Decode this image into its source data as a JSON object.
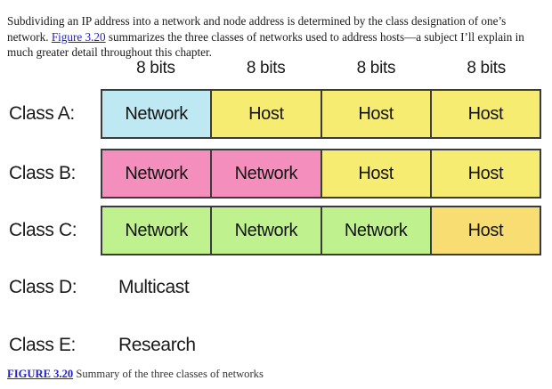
{
  "intro": {
    "text_before_link": "Subdividing an IP address into a network and node address is determined by the class designation of one’s network. ",
    "link_text": "Figure 3.20",
    "text_after_link": " summarizes the three classes of networks used to address hosts—a subject I’ll explain in much greater detail throughout this chapter."
  },
  "figure": {
    "bits_headers": [
      "8 bits",
      "8 bits",
      "8 bits",
      "8 bits"
    ],
    "rows": [
      {
        "label": "Class A:",
        "cells": [
          {
            "text": "Network",
            "color": "#bfe9f2"
          },
          {
            "text": "Host",
            "color": "#f7ec72"
          },
          {
            "text": "Host",
            "color": "#f7ec72"
          },
          {
            "text": "Host",
            "color": "#f7ec72"
          }
        ]
      },
      {
        "label": "Class B:",
        "cells": [
          {
            "text": "Network",
            "color": "#f48fbd"
          },
          {
            "text": "Network",
            "color": "#f48fbd"
          },
          {
            "text": "Host",
            "color": "#f7ec72"
          },
          {
            "text": "Host",
            "color": "#f7ec72"
          }
        ]
      },
      {
        "label": "Class C:",
        "cells": [
          {
            "text": "Network",
            "color": "#bff28f"
          },
          {
            "text": "Network",
            "color": "#bff28f"
          },
          {
            "text": "Network",
            "color": "#bff28f"
          },
          {
            "text": "Host",
            "color": "#f7dd72"
          }
        ]
      }
    ],
    "plain_rows": [
      {
        "label": "Class D:",
        "value": "Multicast"
      },
      {
        "label": "Class E:",
        "value": "Research"
      }
    ],
    "border_color": "#3b3b3b"
  },
  "caption": {
    "link_text": "FIGURE 3.20",
    "text": " Summary of the three classes of networks"
  }
}
